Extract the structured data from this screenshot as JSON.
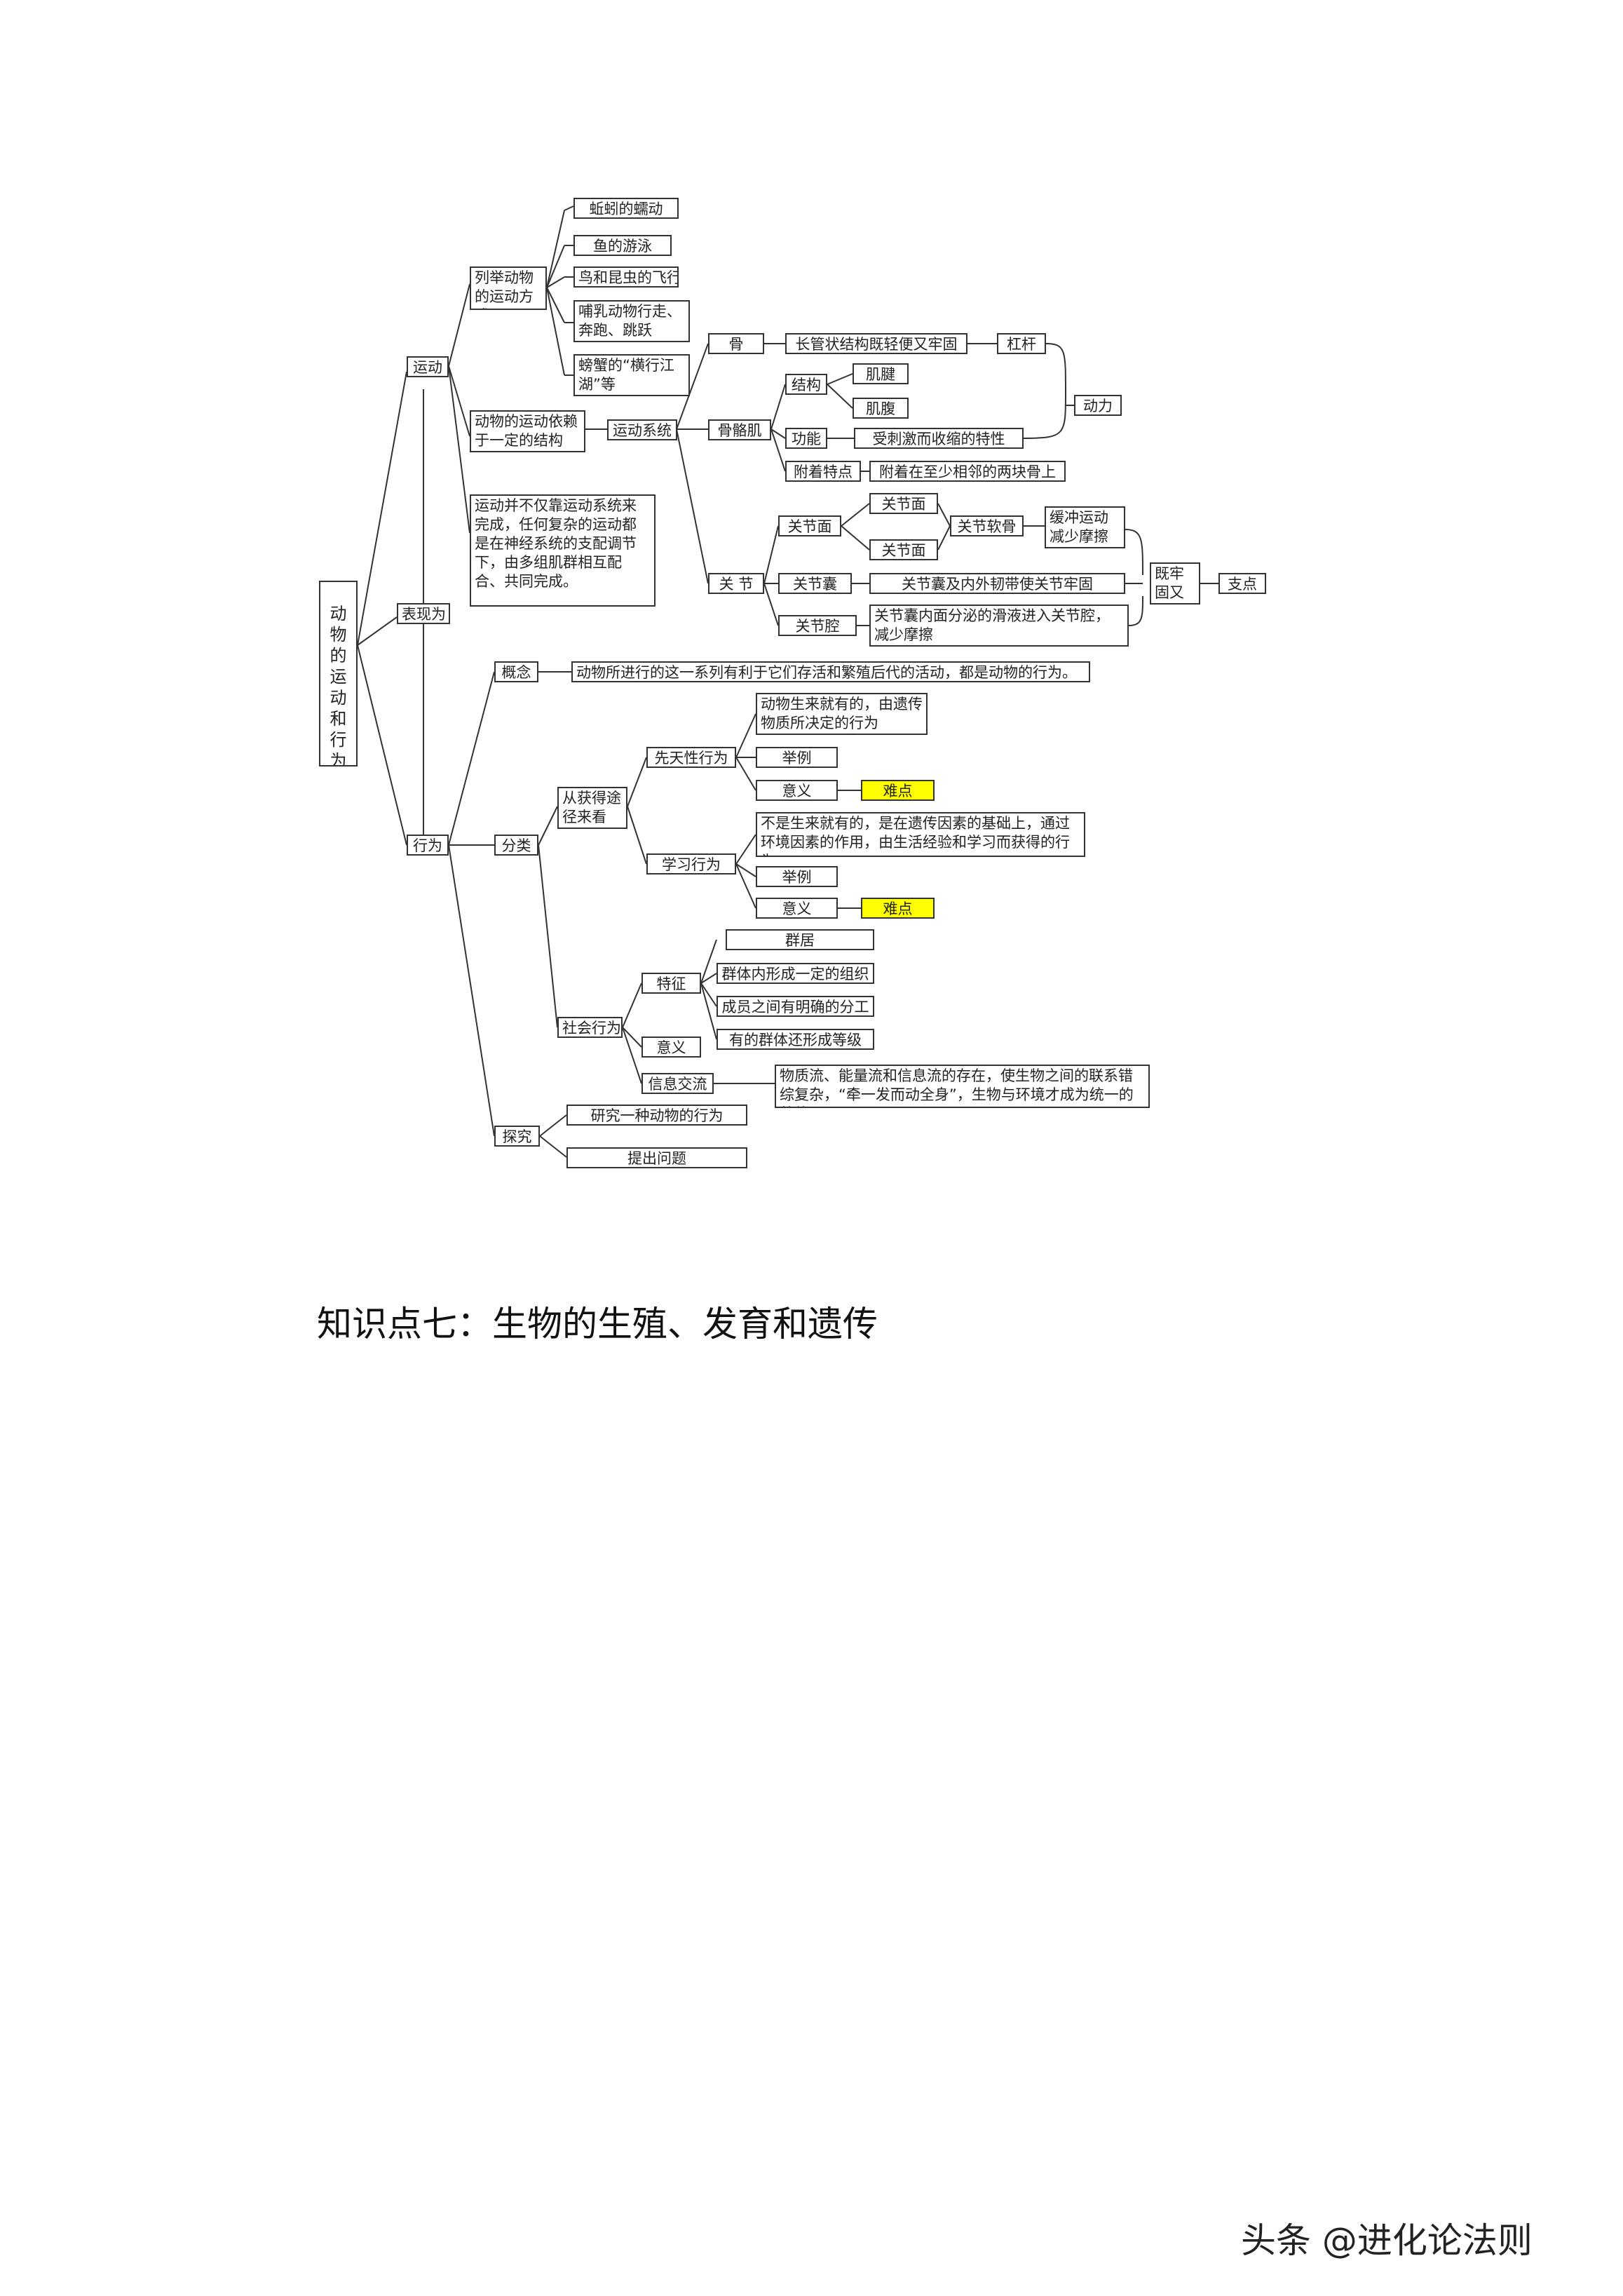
{
  "diagram": {
    "root": "动物的运动和行为",
    "movement": {
      "label": "运动",
      "list_modes": "列举动物的运动方式",
      "modes": [
        "蚯蚓的蠕动",
        "鱼的游泳",
        "鸟和昆虫的飞行",
        "哺乳动物行走、奔跑、跳跃",
        "螃蟹的“横行江湖”等"
      ],
      "depends": "动物的运动依赖于一定的结构",
      "motor_system": "运动系统",
      "bone": "骨",
      "bone_desc": "长管状结构既轻便又牢固",
      "lever": "杠杆",
      "power": "动力",
      "skeletal_muscle": "骨骼肌",
      "structure": "结构",
      "tendon": "肌腱",
      "belly": "肌腹",
      "function": "功能",
      "function_desc": "受刺激而收缩的特性",
      "attach": "附着特点",
      "attach_desc": "附着在至少相邻的两块骨上",
      "joint": "关 节",
      "joint_surface": "关节面",
      "joint_head": "关节面",
      "joint_socket": "关节面",
      "cartilage": "关节软骨",
      "cushion": "缓冲运动减少摩擦",
      "capsule": "关节囊",
      "capsule_desc": "关节囊及内外韧带使关节牢固",
      "cavity": "关节腔",
      "cavity_desc": "关节囊内面分泌的滑液进入关节腔，减少摩擦",
      "firm_flexible": "既牢固又灵活",
      "fulcrum": "支点",
      "not_only": "运动并不仅靠运动系统来完成，任何复杂的运动都是在神经系统的支配调节下，由多组肌群相互配合、共同完成。"
    },
    "manifest": "表现为",
    "behavior": {
      "label": "行为",
      "concept": "概念",
      "concept_desc": "动物所进行的这一系列有利于它们存活和繁殖后代的活动，都是动物的行为。",
      "classify": "分类",
      "by_origin": "从获得途径来看",
      "innate": "先天性行为",
      "innate_desc": "动物生来就有的，由遗传物质所决定的行为",
      "example": "举例",
      "meaning": "意义",
      "difficulty": "难点",
      "learned": "学习行为",
      "learned_desc": "不是生来就有的，是在遗传因素的基础上，通过环境因素的作用，由生活经验和学习而获得的行为",
      "social": "社会行为",
      "features": "特征",
      "group": "群居",
      "organization": "群体内形成一定的组织",
      "division": "成员之间有明确的分工",
      "hierarchy": "有的群体还形成等级",
      "social_meaning": "意义",
      "communication": "信息交流",
      "communication_desc": "物质流、能量流和信息流的存在，使生物之间的联系错综复杂，“牵一发而动全身”，生物与环境才成为统一的整体。",
      "explore": "探究",
      "study_one": "研究一种动物的行为",
      "clipped": "提出问题"
    }
  },
  "section_heading": "知识点七：生物的生殖、发育和遗传",
  "watermark": "头条 @进化论法则"
}
